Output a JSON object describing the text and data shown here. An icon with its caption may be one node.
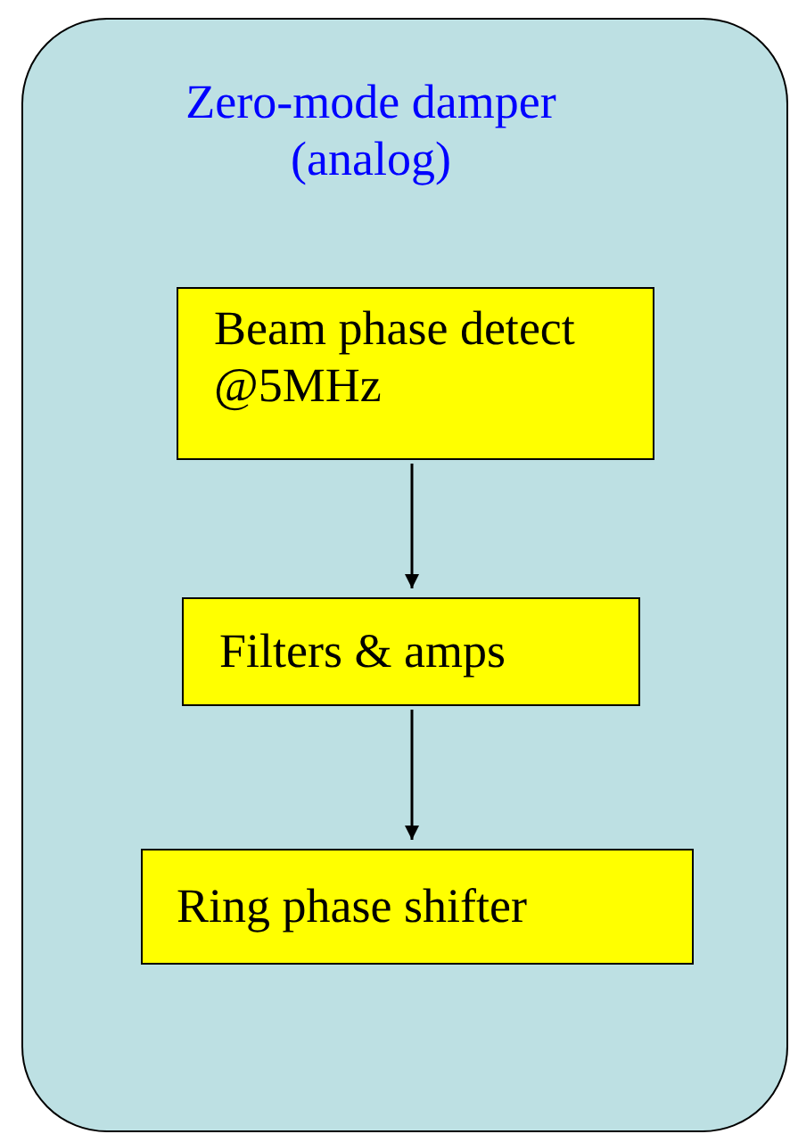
{
  "diagram": {
    "nodes": [
      {
        "text": [
          "Zero-mode damper (analog)"
        ]
      },
      {
        "text": [
          "Beam phase detect @5MHz"
        ],
        "in": 0
      },
      {
        "text": [
          "Filters & amps"
        ],
        "in": 0
      },
      {
        "text": [
          "Ring phase shifter"
        ],
        "in": 0
      }
    ],
    "edges": [
      {
        "from": 1,
        "to": 2,
        "arrow": "to"
      },
      {
        "from": 2,
        "to": 3,
        "arrow": "to"
      }
    ]
  }
}
